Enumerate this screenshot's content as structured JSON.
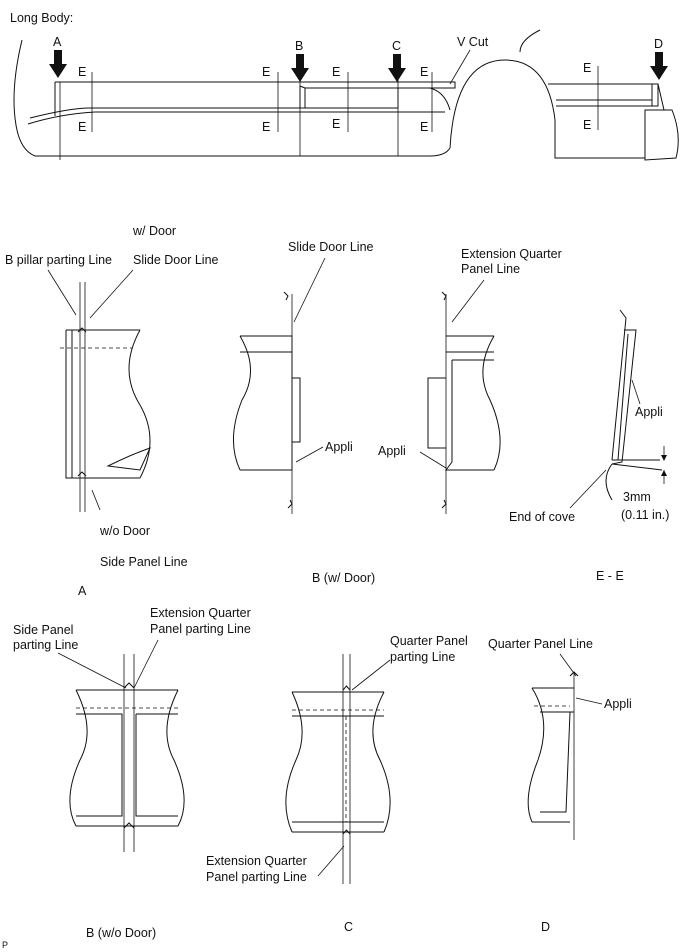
{
  "title": "Long Body:",
  "top_view": {
    "markers": [
      "A",
      "B",
      "C",
      "D"
    ],
    "section_mark": "E",
    "v_cut": "V Cut"
  },
  "labels": {
    "with_door": "w/ Door",
    "b_pillar_parting": "B pillar parting Line",
    "slide_door_line_a": "Slide Door Line",
    "slide_door_line_b": "Slide Door Line",
    "ext_quarter_line_1": "Extension Quarter",
    "ext_quarter_line_2": "Panel Line",
    "appli_b": "Appli",
    "appli_c": "Appli",
    "appli_e": "Appli",
    "appli_d": "Appli",
    "without_door": "w/o Door",
    "side_panel_line": "Side Panel Line",
    "end_of_cove": "End of cove",
    "dim_mm": "3mm",
    "dim_in": "(0.11 in.)",
    "side_panel_parting_1": "Side Panel",
    "side_panel_parting_2": "parting Line",
    "ext_quarter_parting_1": "Extension Quarter",
    "ext_quarter_parting_2": "Panel parting Line",
    "quarter_panel_parting_1": "Quarter Panel",
    "quarter_panel_parting_2": "parting Line",
    "ext_quarter_parting_bottom_1": "Extension Quarter",
    "ext_quarter_parting_bottom_2": "Panel parting Line",
    "quarter_panel_line": "Quarter Panel Line"
  },
  "captions": {
    "a": "A",
    "b_with_door": "B (w/ Door)",
    "e_e": "E - E",
    "b_without_door": "B (w/o Door)",
    "c": "C",
    "d": "D"
  },
  "corner_mark": "P"
}
